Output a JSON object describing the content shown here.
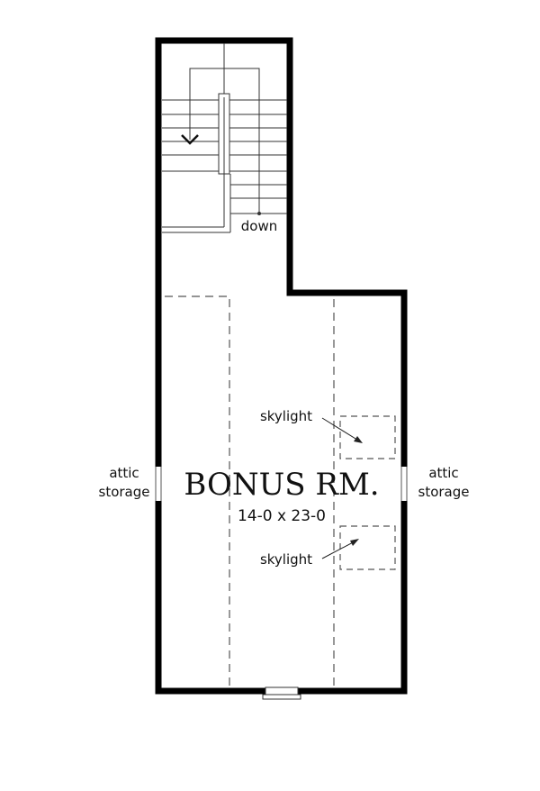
{
  "plan": {
    "room_name": "BONUS RM.",
    "room_dims": "14-0 x 23-0",
    "stair_label": "down",
    "skylight_top_label": "skylight",
    "skylight_bottom_label": "skylight",
    "attic_left_line1": "attic",
    "attic_left_line2": "storage",
    "attic_right_line1": "attic",
    "attic_right_line2": "storage"
  },
  "colors": {
    "wall": "#000000",
    "line": "#333333",
    "dash": "#555555",
    "background": "#ffffff"
  }
}
